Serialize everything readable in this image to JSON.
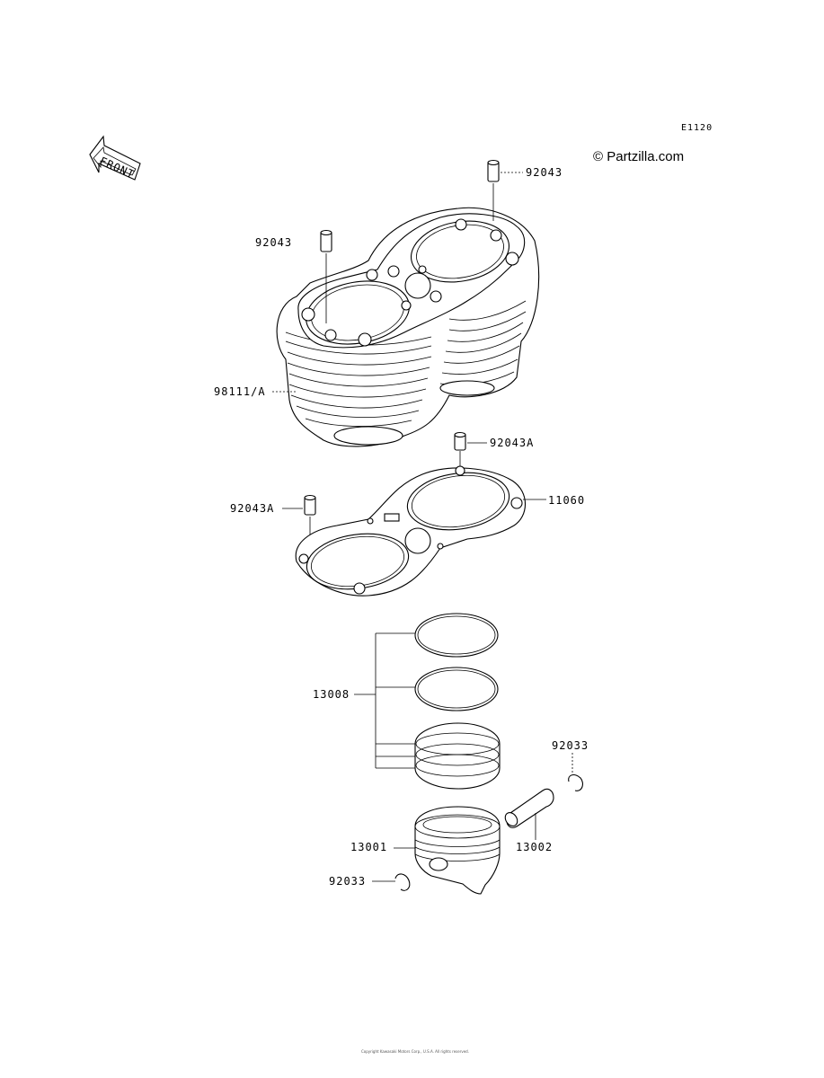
{
  "diagram_code": "E1120",
  "copyright_watermark": "© Partzilla.com",
  "front_marker": "FRONT",
  "footer_text": "Copyright Kawasaki Motors Corp., U.S.A. All rights reserved.",
  "callouts": {
    "dowel_top_right": "92043",
    "dowel_top_left": "92043",
    "cylinder": "98111/A",
    "dowel_gasket_right": "92043A",
    "dowel_gasket_left": "92043A",
    "gasket": "11060",
    "rings": "13008",
    "clip_right": "92033",
    "piston": "13001",
    "pin": "13002",
    "clip_left": "92033"
  },
  "colors": {
    "line": "#000000",
    "background": "#ffffff"
  }
}
